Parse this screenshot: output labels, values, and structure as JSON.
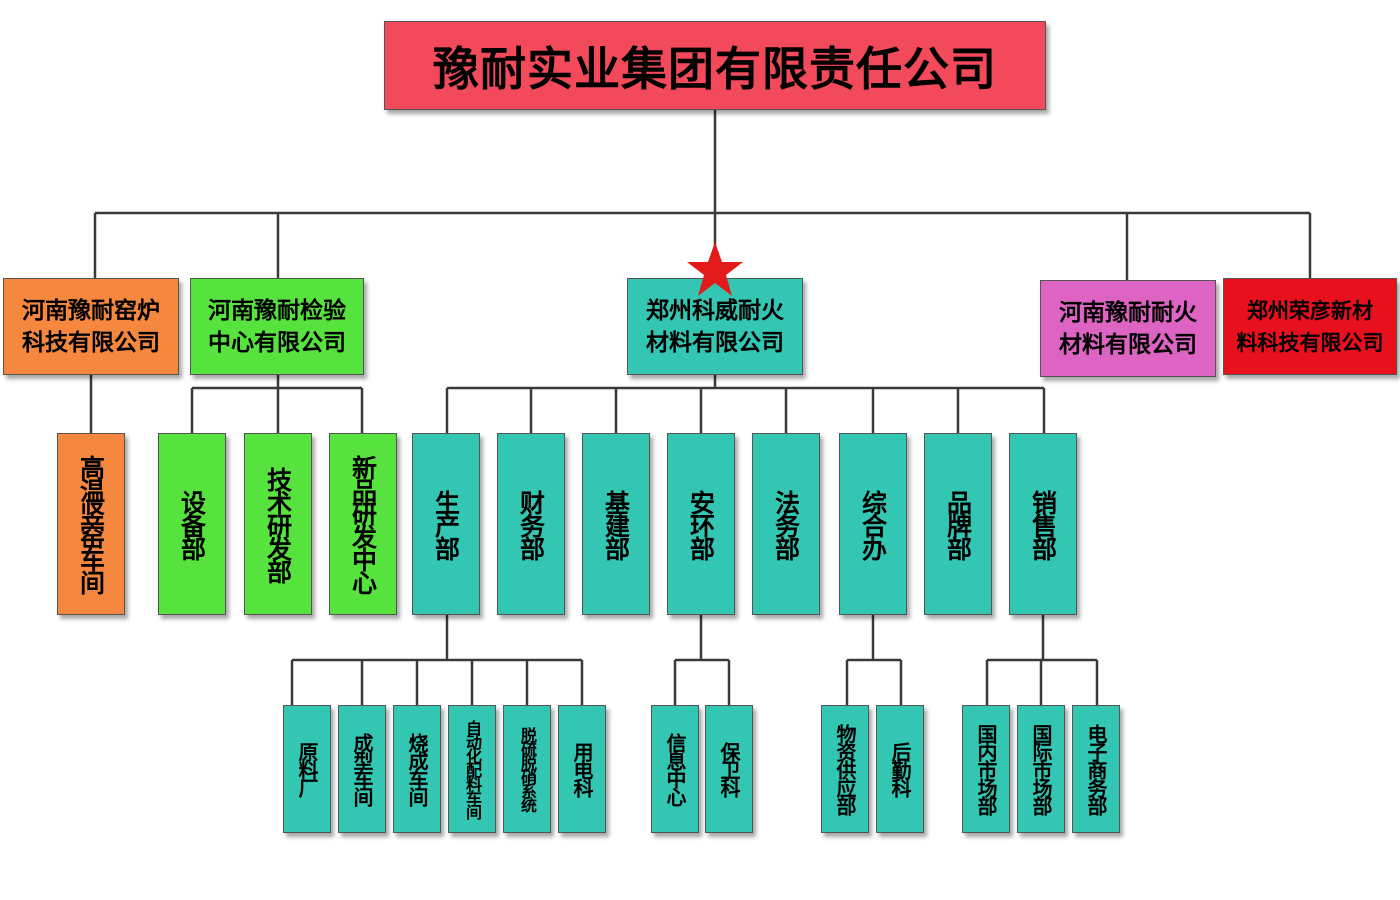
{
  "colors": {
    "root": "#f24a5a",
    "orange": "#f5883e",
    "green": "#56e33e",
    "teal": "#33c7b3",
    "pink": "#de64c4",
    "red": "#e8101c",
    "line": "#3a3a3a",
    "star": "#e21a1a"
  },
  "root": {
    "label": "豫耐实业集团有限责任公司"
  },
  "subsidiaries": [
    {
      "label_lines": [
        "河南豫耐窑炉",
        "科技有限公司"
      ],
      "color": "orange"
    },
    {
      "label_lines": [
        "河南豫耐检验",
        "中心有限公司"
      ],
      "color": "green"
    },
    {
      "label_lines": [
        "郑州科威耐火",
        "材料有限公司"
      ],
      "color": "teal",
      "marker": "star-icon"
    },
    {
      "label_lines": [
        "河南豫耐耐火",
        "材料有限公司"
      ],
      "color": "pink"
    },
    {
      "label_lines": [
        "郑州荣彦新材",
        "料科技有限公司"
      ],
      "color": "red"
    }
  ],
  "departments": {
    "kiln": [
      "高温竖窑车间"
    ],
    "inspection": [
      "设备部",
      "技术研发部",
      "新品研发中心"
    ],
    "kewei": [
      "生产部",
      "财务部",
      "基建部",
      "安环部",
      "法务部",
      "综合办",
      "品牌部",
      "销售部"
    ]
  },
  "units": {
    "production": [
      "原料厂",
      "成型车间",
      "烧成车间",
      "自动化配料车间",
      "脱硫脱硝系统",
      "用电科"
    ],
    "safety": [
      "信息中心",
      "保卫科"
    ],
    "general_office": [
      "物资供应部",
      "后勤科"
    ],
    "sales": [
      "国内市场部",
      "国际市场部",
      "电子商务部"
    ]
  }
}
